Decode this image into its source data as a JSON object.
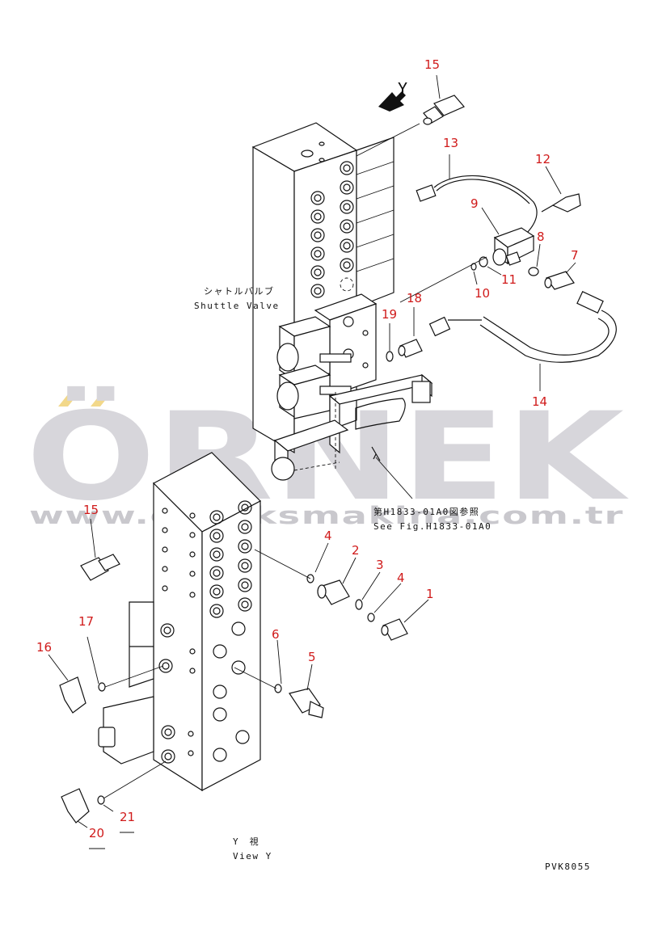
{
  "diagram": {
    "title_note": {
      "jp": "シャトルバルブ",
      "en": "Shuttle Valve"
    },
    "view_direction": {
      "letter": "Y",
      "icon": "arrow-down-left-icon"
    },
    "reference": {
      "jp": "第H1833-01A0図参照",
      "en": "See Fig.H1833-01A0"
    },
    "view_label": {
      "jp": "Y　視",
      "en": "View Y"
    },
    "drawing_code": "PVK8055",
    "callouts_upper": [
      "15",
      "13",
      "12",
      "9",
      "8",
      "7",
      "11",
      "10",
      "18",
      "19",
      "14"
    ],
    "callouts_lower": [
      "15",
      "4",
      "2",
      "3",
      "4",
      "1",
      "17",
      "16",
      "6",
      "5",
      "21",
      "20"
    ],
    "colors": {
      "callout": "#d01a1a",
      "line": "#111111",
      "watermark": "#d7d6db",
      "watermark_accent": "#f2d88a"
    }
  },
  "watermark": {
    "brand": "ÖRNEK",
    "url": "www.orneksmakina.com.tr"
  }
}
